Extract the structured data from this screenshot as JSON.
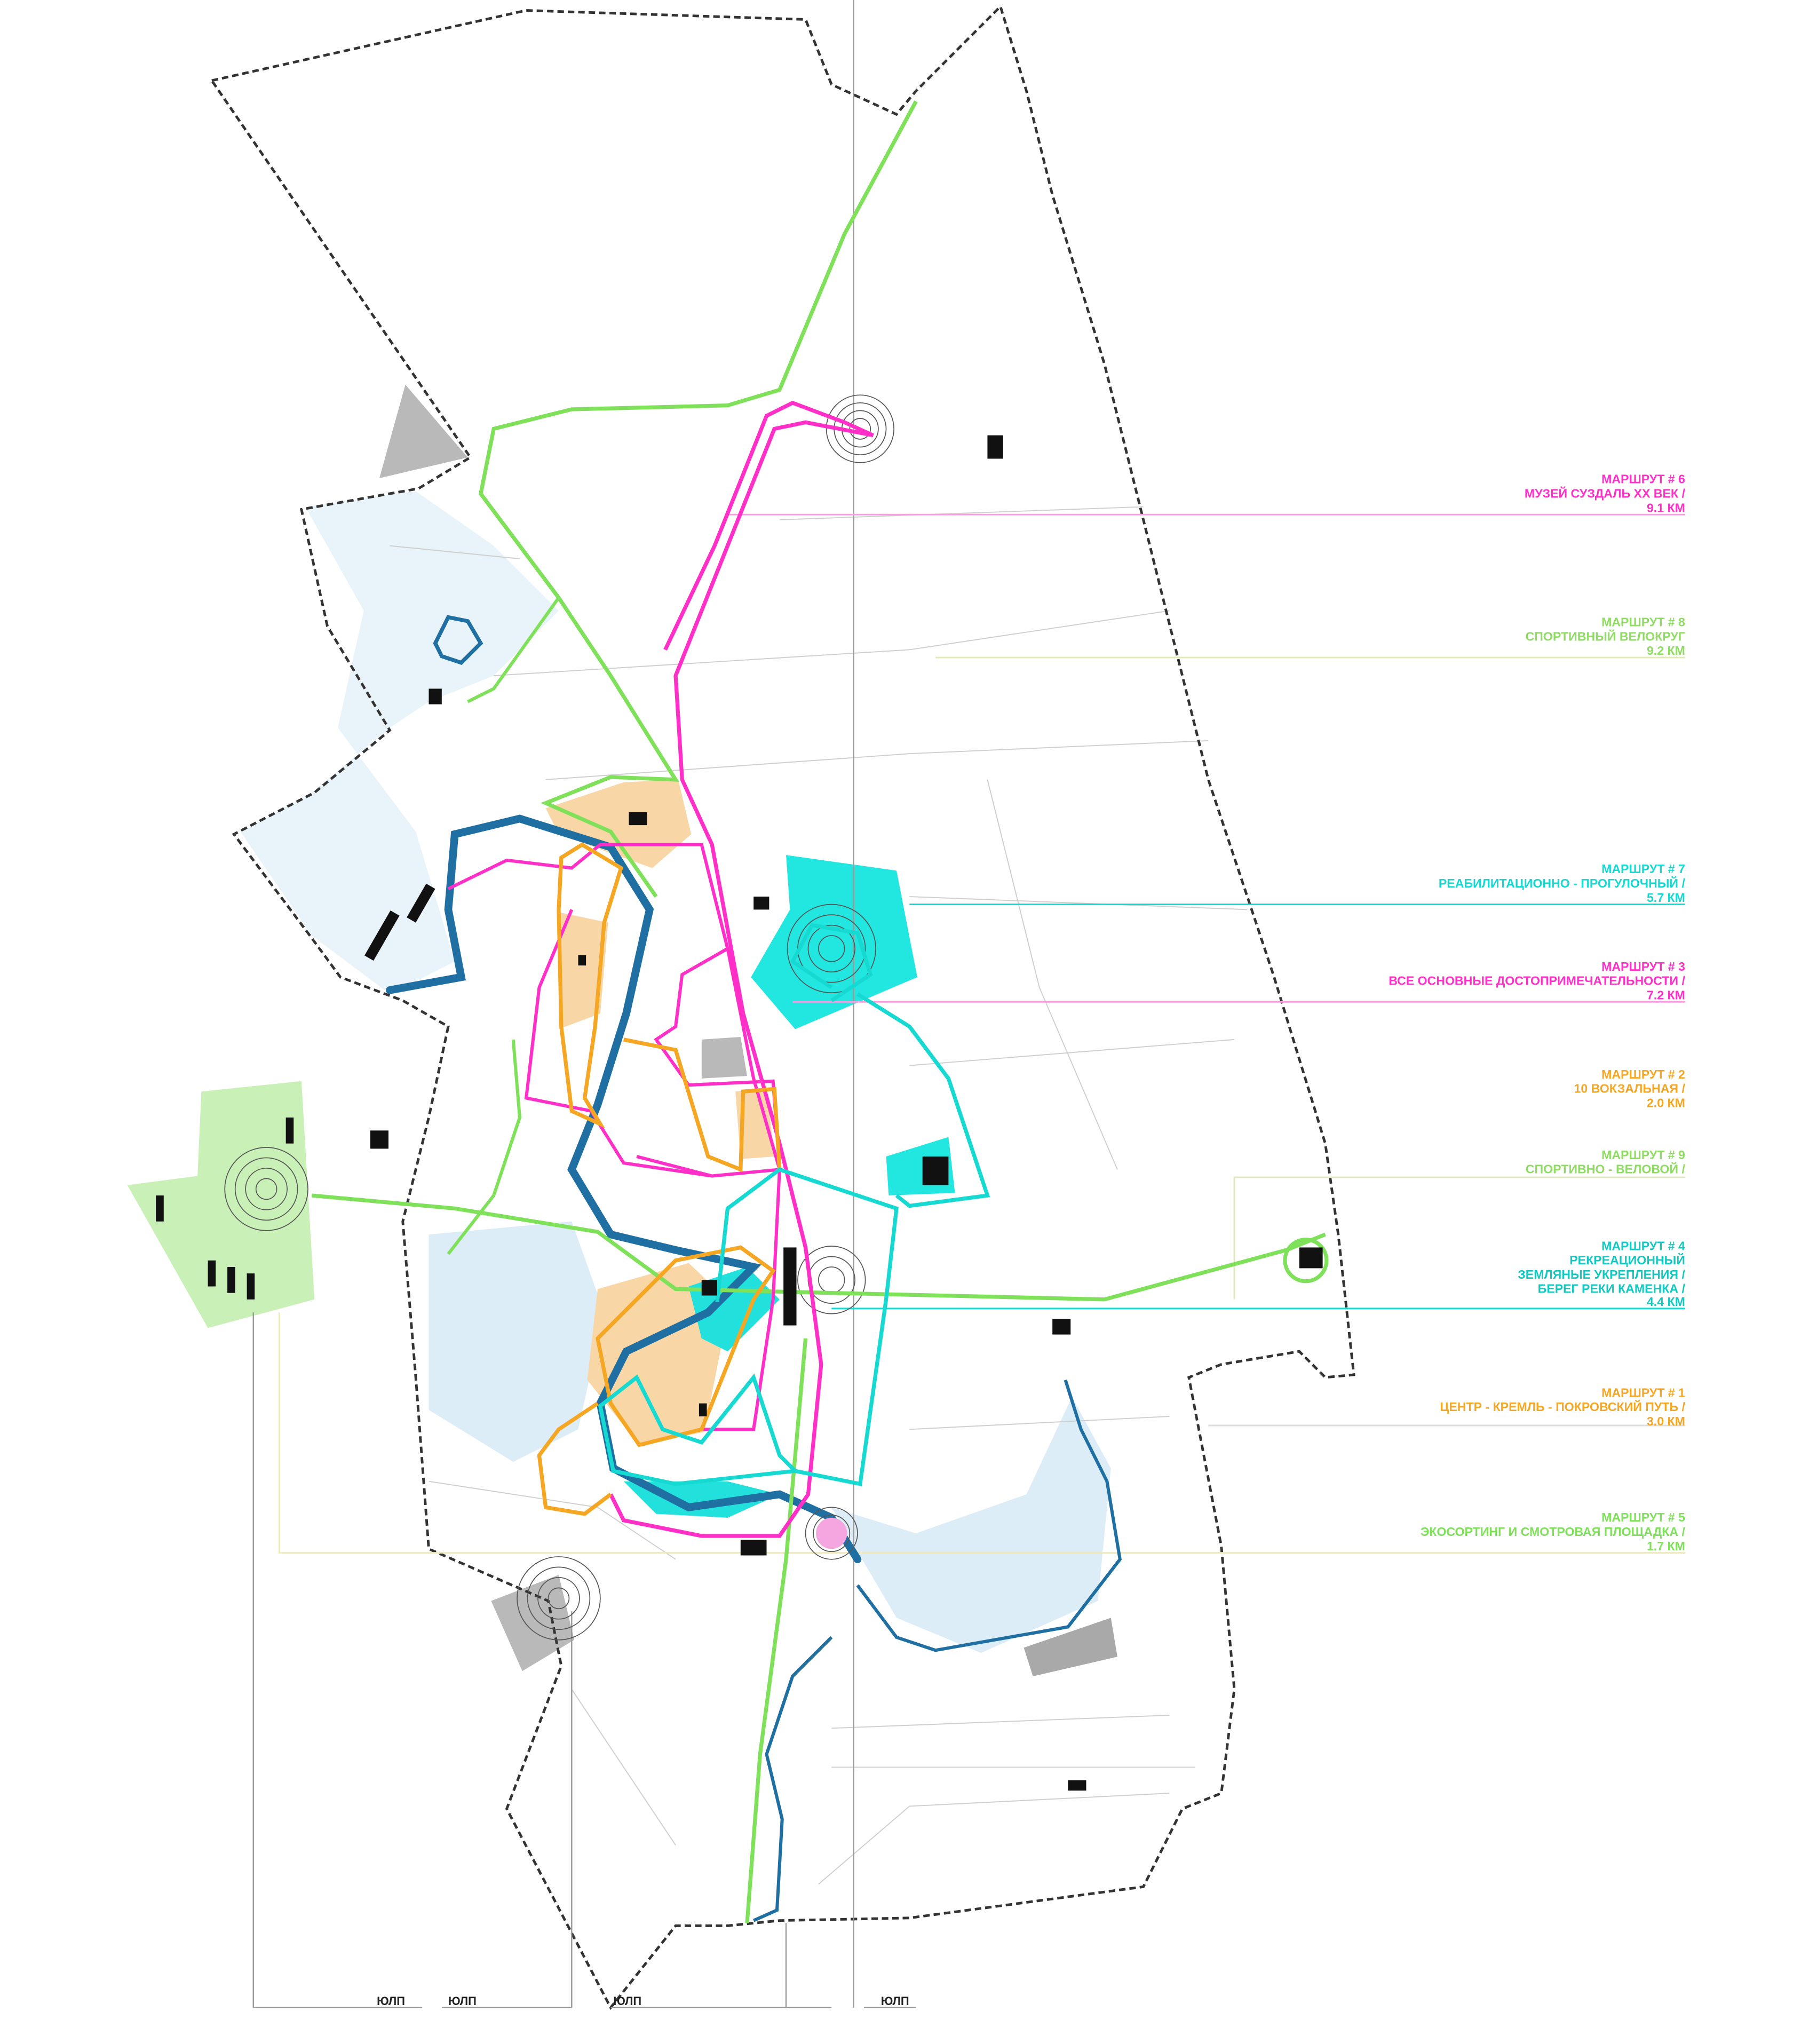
{
  "colors": {
    "pink": "#ff2fc8",
    "green": "#7fe05a",
    "cyan": "#16d9d2",
    "orange": "#f5a623",
    "orange_fill": "#f9d6a6",
    "river": "#1f6fa3",
    "water": "#dcedf8",
    "green_area": "#c9f0b6",
    "boundary": "#333333"
  },
  "routes": [
    {
      "number": "МАРШРУТ # 6",
      "name": "МУЗЕЙ СУЗДАЛЬ XX ВЕК /",
      "length": "9.1 КМ",
      "color": "#ff2fc8"
    },
    {
      "number": "МАРШРУТ # 8",
      "name": "СПОРТИВНЫЙ ВЕЛОКРУГ",
      "length": "9.2 КМ",
      "color": "#8fdc63"
    },
    {
      "number": "МАРШРУТ # 7",
      "name": "РЕАБИЛИТАЦИОННО - ПРОГУЛОЧНЫЙ /",
      "length": "5.7 КМ",
      "color": "#16d9d2"
    },
    {
      "number": "МАРШРУТ # 3",
      "name": "ВСЕ ОСНОВНЫЕ ДОСТОПРИМЕЧАТЕЛЬНОСТИ /",
      "length": "7.2 КМ",
      "color": "#ff2fc8"
    },
    {
      "number": "МАРШРУТ # 2",
      "name": "10 ВОКЗАЛЬНАЯ /",
      "length": "2.0 КМ",
      "color": "#f5a623"
    },
    {
      "number": "МАРШРУТ # 9",
      "name": "СПОРТИВНО - ВЕЛОВОЙ /",
      "length": "",
      "color": "#8fdc63"
    },
    {
      "number": "МАРШРУТ # 4",
      "name": "РЕКРЕАЦИОННЫЙ",
      "name2": "ЗЕМЛЯНЫЕ УКРЕПЛЕНИЯ /",
      "name3": "БЕРЕГ РЕКИ КАМЕНКА /",
      "length": "4.4 КМ",
      "color": "#16d9d2"
    },
    {
      "number": "МАРШРУТ # 1",
      "name": "ЦЕНТР - КРЕМЛЬ - ПОКРОВСКИЙ ПУТЬ /",
      "length": "3.0 КМ",
      "color": "#f5a623"
    },
    {
      "number": "МАРШРУТ # 5",
      "name": "ЭКОСОРТИНГ И СМОТРОВАЯ ПЛОЩАДКА /",
      "length": "1.7 КМ",
      "color": "#7fe05a"
    }
  ],
  "bottom_labels": [
    "ЮЛП",
    "ЮЛП",
    "ЮЛП",
    "ЮЛП"
  ]
}
